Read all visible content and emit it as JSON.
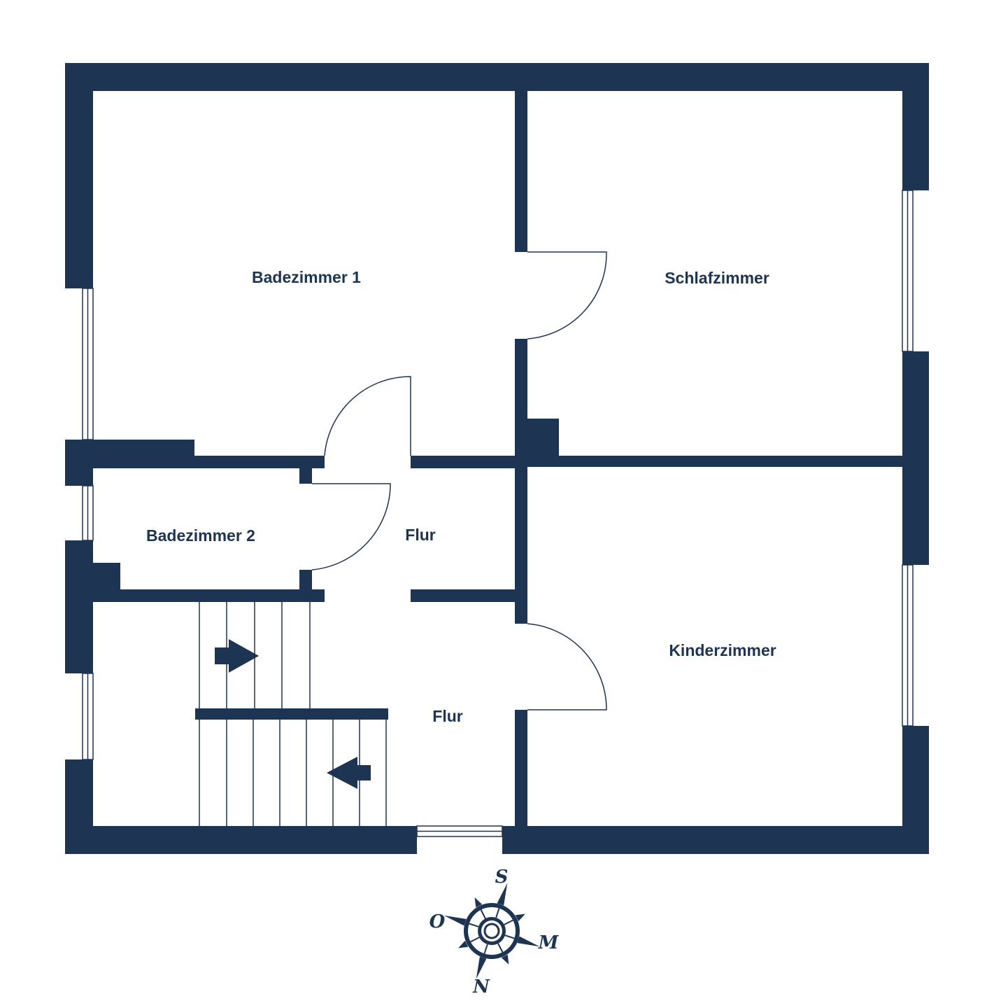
{
  "colors": {
    "wall": "#1d3552",
    "background": "#ffffff",
    "line": "#1d3552",
    "window_frame": "#9aa3ad"
  },
  "rooms": {
    "badezimmer1": "Badezimmer 1",
    "schlafzimmer": "Schlafzimmer",
    "badezimmer2": "Badezimmer 2",
    "flur_upper": "Flur",
    "flur_lower": "Flur",
    "kinderzimmer": "Kinderzimmer"
  },
  "compass": {
    "top": "S",
    "right": "M",
    "bottom": "N",
    "left": "O",
    "icon": "compass-rose-icon"
  },
  "stair_arrows": {
    "upper": "arrow-right-icon",
    "lower": "arrow-left-icon"
  }
}
